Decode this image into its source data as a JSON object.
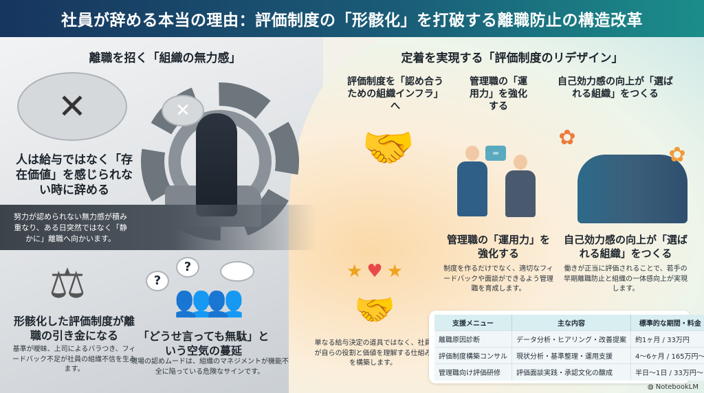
{
  "title": "社員が辞める本当の理由：評価制度の「形骸化」を打破する離職防止の構造改革",
  "left": {
    "heading": "離職を招く「組織の無力感」",
    "point1": {
      "title": "人は給与ではなく「存在価値」を感じられない時に辞める",
      "body": "努力が認められない無力感が積み重なり、ある日突然ではなく「静かに」離職へ向かいます。"
    },
    "point2": {
      "title": "形骸化した評価制度が離職の引き金になる",
      "body": "基準が曖昧、上司によるバラつき、フィードバック不足が社員の組織不信を生みます。"
    },
    "point3": {
      "title": "「どうせ言っても無駄」という空気の蔓延",
      "body": "現場の認めムードは、組織のマネジメントが機能不全に陥っている危険なサインです。"
    },
    "bubble_marks": [
      "?",
      "?"
    ]
  },
  "right": {
    "heading": "定着を実現する「評価制度のリデザイン」",
    "top1": "評価制度を「認め合うための組織インフラ」へ",
    "top2": "管理職の「運用力」を強化する",
    "top3": "自己効力感の向上が「選ばれる組織」をつくる",
    "infra_body": "単なる給与決定の道具ではなく、社員が自らの役割と価値を理解する仕組みを構築します。",
    "mgr": {
      "title": "管理職の「運用力」を強化する",
      "body": "制度を作るだけでなく、適切なフィードバックや面談ができるよう管理職を育成します。"
    },
    "eff": {
      "title": "自己効力感の向上が「選ばれる組織」をつくる",
      "body": "働きが正当に評価されることで、若手の早期離職防止と組織の一体感向上が実現します。"
    }
  },
  "table": {
    "headers": [
      "支援メニュー",
      "主な内容",
      "標準的な期間・料金"
    ],
    "rows": [
      [
        "離職原因診断",
        "データ分析・ヒアリング・改善提案",
        "約1ヶ月 / 33万円"
      ],
      [
        "評価制度構築コンサル",
        "現状分析・基準整理・運用支援",
        "4〜6ヶ月 / 165万円〜"
      ],
      [
        "管理職向け評価研修",
        "評価面談実践・承認文化の醸成",
        "半日〜1日 / 33万円〜"
      ]
    ]
  },
  "watermark": "NotebookLM",
  "colors": {
    "header_start": "#17355e",
    "header_end": "#1b8d8a",
    "table_header": "#d9eef0"
  }
}
